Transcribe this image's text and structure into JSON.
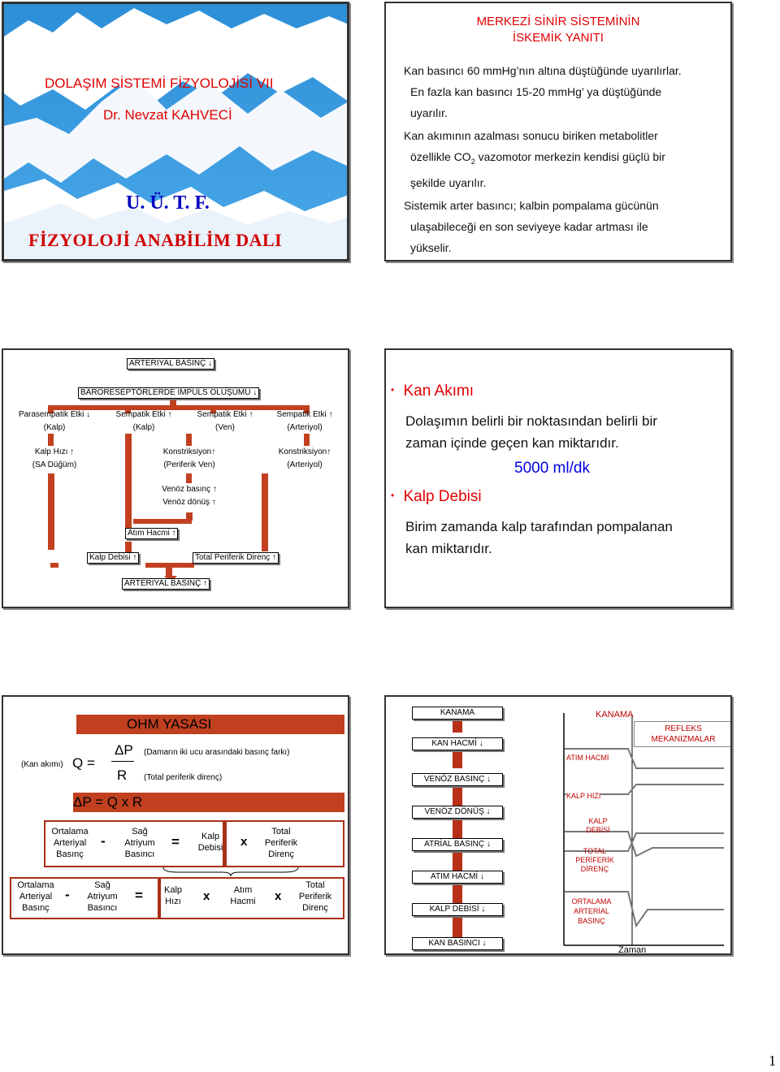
{
  "slide1": {
    "title": "DOLAŞIM SİSTEMİ FİZYOLOJİSİ VII",
    "author": "Dr. Nevzat KAHVECİ",
    "org": "U. Ü. T. F.",
    "dept": "FİZYOLOJİ ANABİLİM DALI",
    "colors": {
      "sky": "#3a9ce0",
      "snow": "#ffffff",
      "text_red": "#e00000",
      "text_blue": "#0000c0"
    }
  },
  "slide2": {
    "title_line1": "MERKEZİ SİNİR SİSTEMİNİN",
    "title_line2": "İSKEMİK YANITI",
    "lines": [
      "Kan basıncı 60 mmHg’nın altına düştüğünde uyarılırlar.",
      "En fazla kan basıncı 15-20 mmHg’ ya düştüğünde",
      "uyarılır.",
      "Kan akımının azalması sonucu biriken metabolitler",
      "özellikle CO",
      "2",
      " vazomotor merkezin kendisi güçlü bir",
      "şekilde uyarılır.",
      "Sistemik arter basıncı; kalbin pompalama gücünün",
      "ulaşabileceği en son seviyeye kadar artması ile",
      "yükselir."
    ]
  },
  "slide3": {
    "top": "ARTERİYAL BASINÇ ↓",
    "baro": "BARORESEPTÖRLERDE İMPULS OLUŞUMU ↓",
    "row1": [
      {
        "l1": "Parasempatik Etki ↓",
        "l2": "(Kalp)"
      },
      {
        "l1": "Sempatik Etki ↑",
        "l2": "(Kalp)"
      },
      {
        "l1": "Sempatik Etki ↑",
        "l2": "(Ven)"
      },
      {
        "l1": "Sempatik Etki ↑",
        "l2": "(Arteriyol)"
      }
    ],
    "row2": [
      {
        "l1": "Kalp Hızı ↑",
        "l2": "(SA Düğüm)"
      },
      {
        "l1": "Konstriksiyon↑",
        "l2": "(Periferik Ven)"
      },
      {
        "l1": "Konstriksiyon↑",
        "l2": "(Arteriyol)"
      }
    ],
    "venous": {
      "l1": "Venöz basınç ↑",
      "l2": "Venöz dönüş ↑"
    },
    "stroke": "Atım Hacmi ↑",
    "co": "Kalp Debisi ↑",
    "tpr": "Total Periferik Direnç ↑",
    "bottom": "ARTERİYAL BASINÇ ↑"
  },
  "slide4": {
    "h1": "Kan Akımı",
    "p1a": "Dolaşımın belirli bir noktasından belirli bir",
    "p1b": "zaman içinde geçen kan miktarıdır.",
    "value": "5000 ml/dk",
    "h2": "Kalp Debisi",
    "p2a": "Birim zamanda kalp tarafından pompalanan",
    "p2b": "kan miktarıdır."
  },
  "slide5": {
    "title": "OHM YASASI",
    "q_label": "(Kan akımı)",
    "q": "Q =",
    "dp": "ΔP",
    "r": "R",
    "dp_desc": "(Damarın iki ucu arasındaki basınç farkı)",
    "r_desc": "(Total periferik direnç)",
    "formula": "ΔP = Q x R",
    "eq1": {
      "a": [
        "Ortalama",
        "Arteriyal",
        "Basınç"
      ],
      "minus": "-",
      "b": [
        "Sağ",
        "Atriyum",
        "Basıncı"
      ],
      "eq": "=",
      "c": [
        "Kalp",
        "Debisi"
      ],
      "x": "x",
      "d": [
        "Total",
        "Periferik",
        "Direnç"
      ]
    },
    "eq2": {
      "a": [
        "Ortalama",
        "Arteriyal",
        "Basınç"
      ],
      "minus": "-",
      "b": [
        "Sağ",
        "Atriyum",
        "Basıncı"
      ],
      "eq": "=",
      "c": [
        "Kalp",
        "Hızı"
      ],
      "x1": "x",
      "d": [
        "Atım",
        "Hacmi"
      ],
      "x2": "x",
      "e": [
        "Total",
        "Periferik",
        "Direnç"
      ]
    }
  },
  "slide6": {
    "items": [
      "KANAMA",
      "KAN HACMİ ↓",
      "VENÖZ BASINÇ ↓",
      "VENÖZ DÖNÜŞ ↓",
      "ATRİAL BASINÇ ↓",
      "ATIM HACMİ ↓",
      "KALP DEBİSİ ↓",
      "KAN BASINCI ↓"
    ],
    "graph": {
      "kanama": "KANAMA",
      "refleks": [
        "REFLEKS",
        "MEKANİZMALAR"
      ],
      "labels": [
        [
          "ATIM HACMİ"
        ],
        [
          "KALP HIZI"
        ],
        [
          "KALP",
          "DEBİSİ"
        ],
        [
          "TOTAL",
          "PERİFERİK",
          "DİRENÇ"
        ],
        [
          "ORTALAMA",
          "ARTERİAL",
          "BASINÇ"
        ]
      ],
      "xlabel": "Zaman"
    }
  },
  "page_number": "1"
}
